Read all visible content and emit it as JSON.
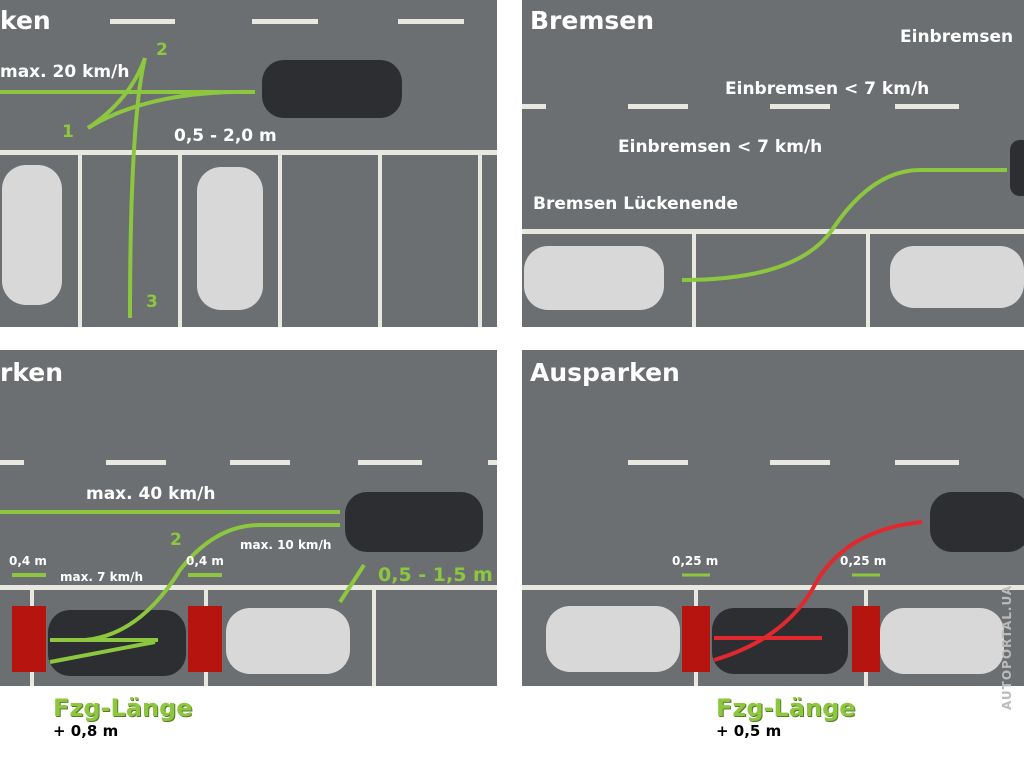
{
  "panels": {
    "einparken_forward": {
      "title": "ken",
      "speed": "max. 20 km/h",
      "distance": "0,5 - 2,0 m",
      "steps": [
        "1",
        "2",
        "3"
      ]
    },
    "bremsen": {
      "title": "Bremsen",
      "labels": [
        "Einbremsen",
        "Einbremsen < 7 km/h",
        "Einbremsen < 7 km/h",
        "Bremsen Lückenende"
      ]
    },
    "einparken_parallel": {
      "title": "rken",
      "speed_main": "max. 40 km/h",
      "speed_approach": "max. 10 km/h",
      "speed_park": "max. 7 km/h",
      "gap_left": "0,4 m",
      "gap_right": "0,4 m",
      "distance": "0,5 - 1,5 m",
      "step": "2",
      "footer_title": "Fzg-Länge",
      "footer_value": "+ 0,8 m"
    },
    "ausparken": {
      "title": "Ausparken",
      "gap_left": "0,25 m",
      "gap_right": "0,25 m",
      "footer_title": "Fzg-Länge",
      "footer_value": "+ 0,5 m"
    }
  },
  "watermark": "AUTOPORTAL.UA",
  "colors": {
    "asphalt": "#6b6f71",
    "arrow_green": "#8dc63f",
    "arrow_red": "#e0282e",
    "block_red": "#b5140f"
  }
}
